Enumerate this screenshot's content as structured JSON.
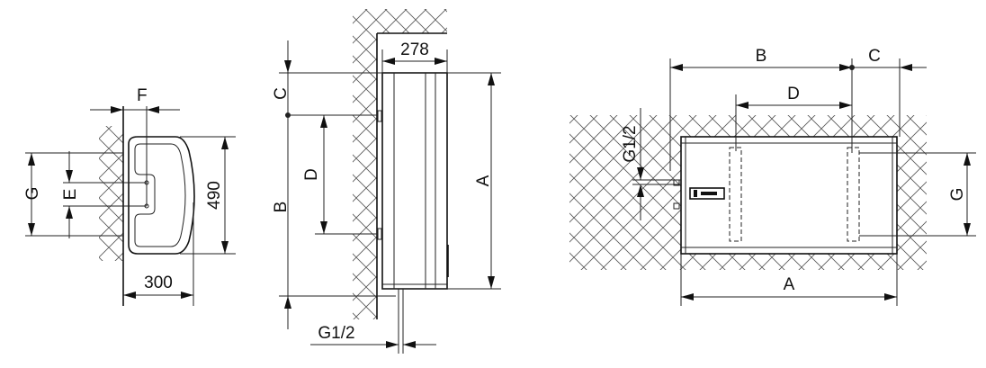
{
  "side_view": {
    "F": "F",
    "G": "G",
    "E": "E",
    "height": "490",
    "depth": "300"
  },
  "front_view": {
    "width": "278",
    "C": "C",
    "B": "B",
    "D": "D",
    "A": "A",
    "pipe": "G1/2"
  },
  "top_view": {
    "B": "B",
    "C": "C",
    "D": "D",
    "pipe": "G1/2",
    "G": "G",
    "A": "A"
  }
}
